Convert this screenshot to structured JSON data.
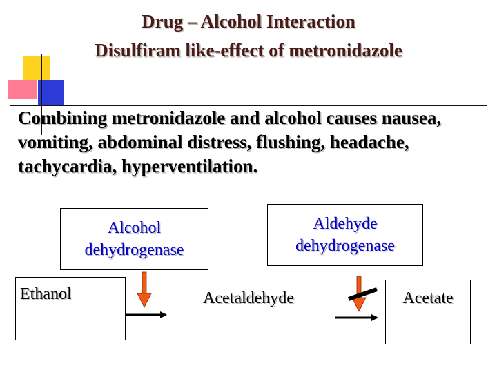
{
  "title": {
    "line1": "Drug – Alcohol Interaction",
    "line2": "Disulfiram like-effect of metronidazole"
  },
  "body": {
    "text": "Combining metronidazole and alcohol causes nausea, vomiting, abdominal distress, flushing, headache, tachycardia, hyperventilation."
  },
  "diagram": {
    "enzyme1": "Alcohol dehydrogenase",
    "enzyme2": "Aldehyde dehydrogenase",
    "substrate": "Ethanol",
    "intermediate": "Acetaldehyde",
    "product": "Acetate"
  },
  "colors": {
    "title": "#4a1a14",
    "enzyme_text": "#0000cc",
    "arrow_orange": "#f05a14",
    "deco_yellow": "#ffd21f",
    "deco_pink": "#ff7a93",
    "deco_blue": "#2c3ad8"
  }
}
